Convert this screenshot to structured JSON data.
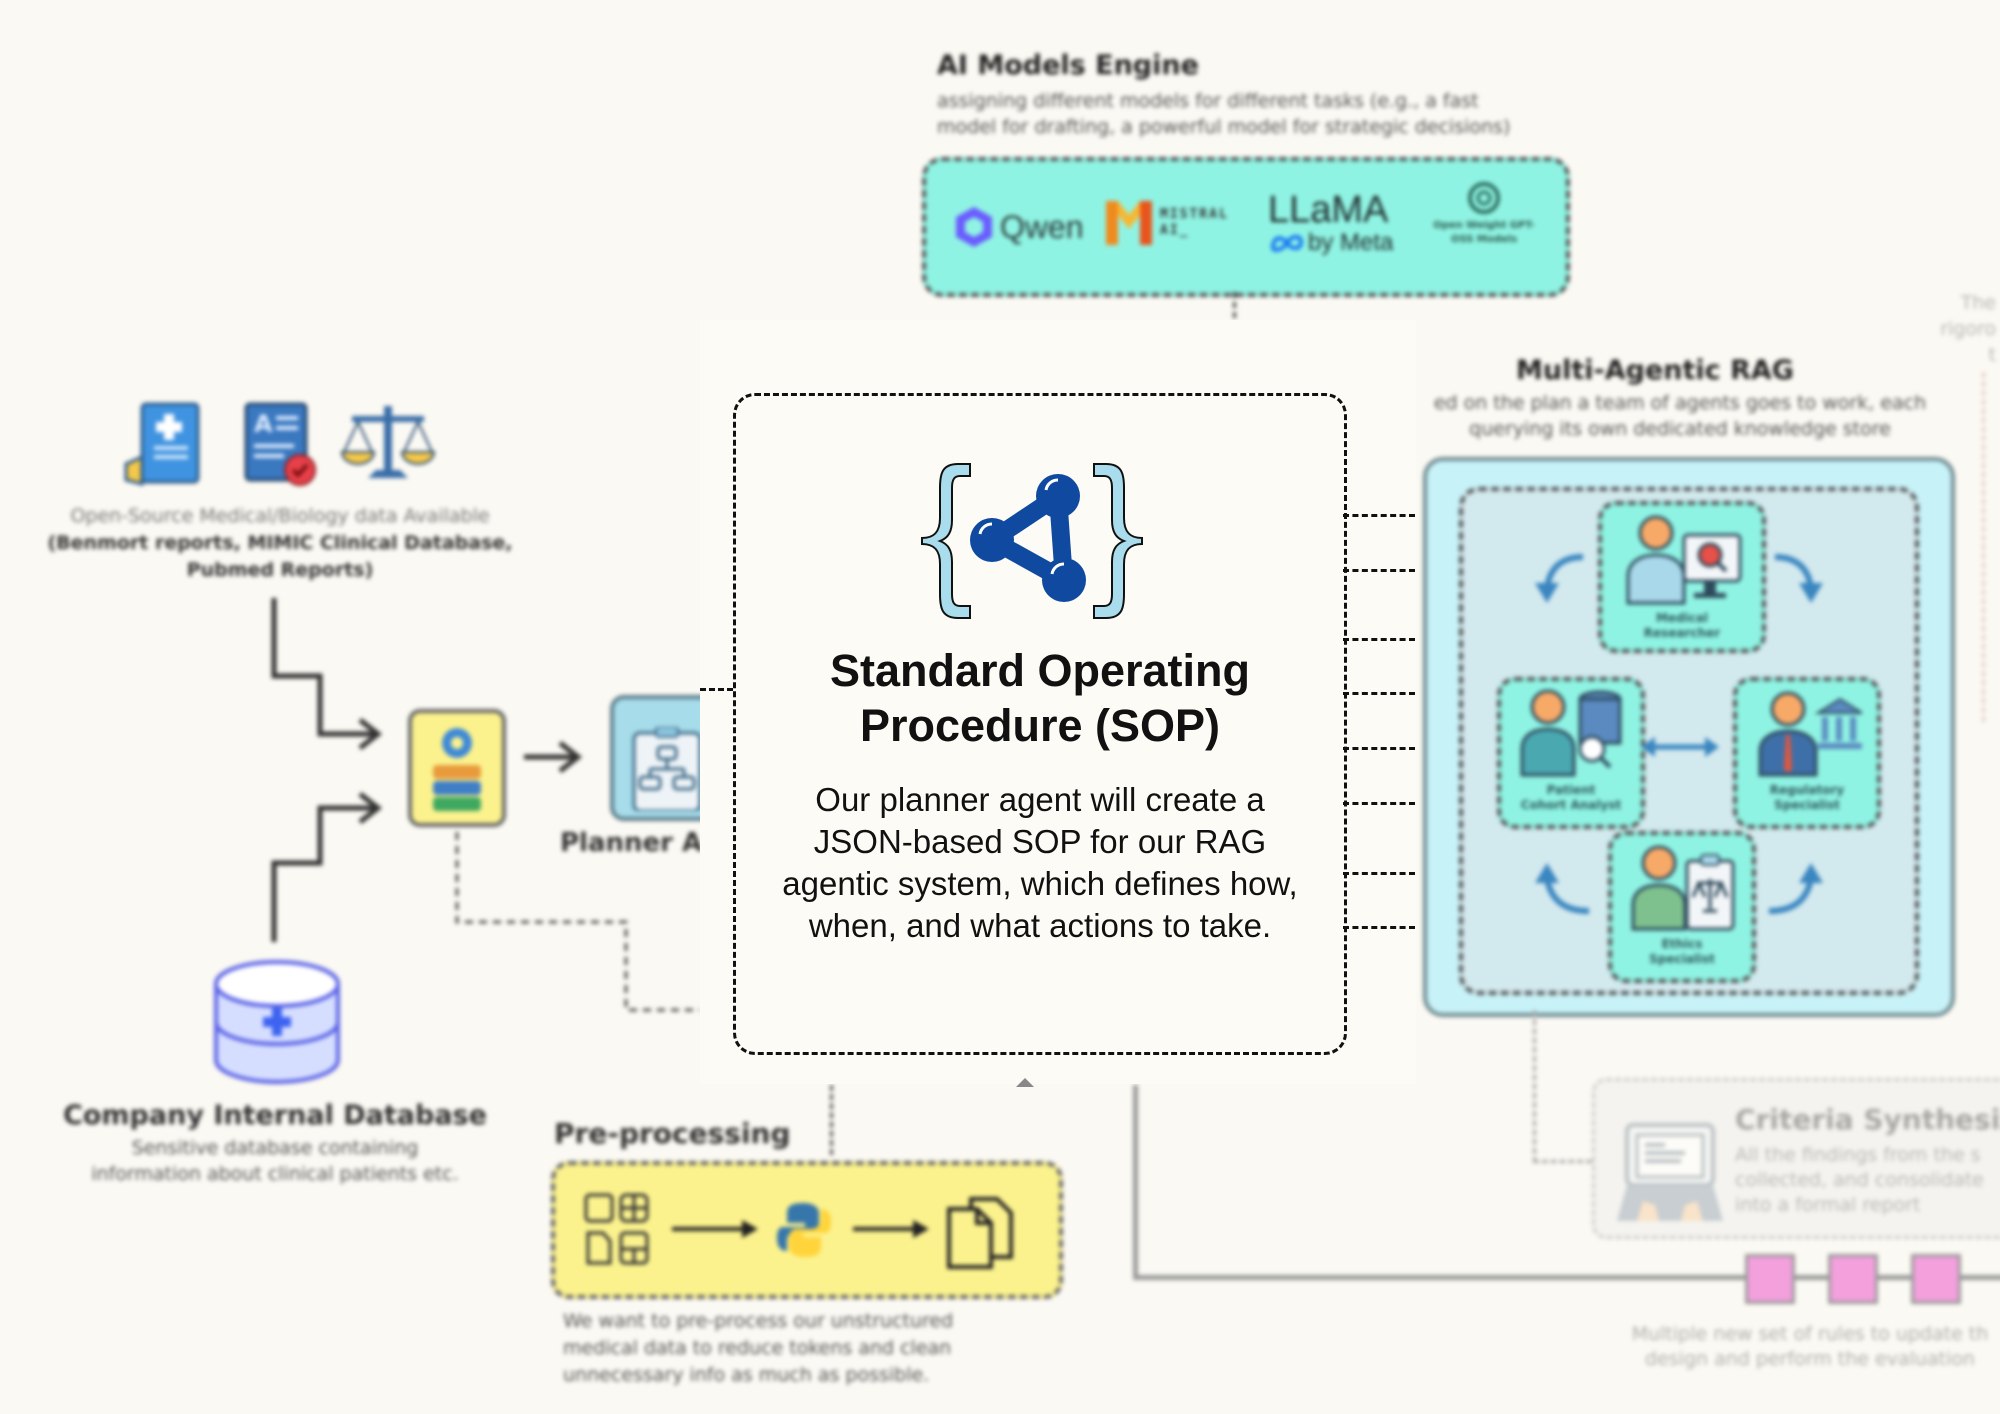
{
  "ai_models_engine": {
    "title": "AI Models Engine",
    "subtitle_line1": "assigning different models for different tasks (e.g., a fast",
    "subtitle_line2": "model for drafting, a powerful model for strategic decisions)",
    "models": [
      {
        "name": "Qwen",
        "icon": "qwen-logo-icon"
      },
      {
        "name": "MISTRAL AI_",
        "icon": "mistral-logo-icon"
      },
      {
        "name": "LLaMA",
        "sub": "by Meta",
        "icon": "meta-logo-icon"
      },
      {
        "name": "Open Weight GPT-OSS Models",
        "icon": "openai-logo-icon"
      }
    ],
    "color": "#8ff3e3"
  },
  "open_source": {
    "line1": "Open-Source Medical/Biology data Available",
    "line2": "(Benmort reports, MIMIC Clinical Database,",
    "line3": "Pubmed Reports)"
  },
  "company_db": {
    "title": "Company Internal Database",
    "line1": "Sensitive database containing",
    "line2": "information about clinical patients etc."
  },
  "planner": {
    "label": "Planner Agent"
  },
  "sop": {
    "title_line1": "Standard Operating",
    "title_line2": "Procedure (SOP)",
    "body": "Our planner agent will create a JSON-based SOP for our RAG agentic system, which defines how, when, and what actions to take."
  },
  "preprocessing": {
    "title": "Pre-processing",
    "line1": "We want to pre-process our unstructured",
    "line2": "medical data to reduce tokens and clean",
    "line3": "unnecessary info as much as possible.",
    "color": "#fbf28d"
  },
  "multi_agentic_rag": {
    "title": "Multi-Agentic RAG",
    "subtitle_line1": "ed on the plan a team of agents goes to work, each",
    "subtitle_line2": "querying its own dedicated knowledge store",
    "agents": [
      {
        "line1": "Medical",
        "line2": "Researcher"
      },
      {
        "line1": "Patient",
        "line2": "Cohort Analyst"
      },
      {
        "line1": "Regulatory",
        "line2": "Specialist"
      },
      {
        "line1": "Ethics",
        "line2": "Specialist"
      }
    ]
  },
  "criteria": {
    "title": "Criteria Synthesize",
    "line1": "All the findings from the s",
    "line2": "collected, and consolidate",
    "line3": "into a formal report"
  },
  "rules_caption": {
    "line1": "Multiple new set of rules to update th",
    "line2": "design and perform the evaluation"
  },
  "top_right_fragment": {
    "line1": "The",
    "line2": "rigoro",
    "line3": "t"
  }
}
